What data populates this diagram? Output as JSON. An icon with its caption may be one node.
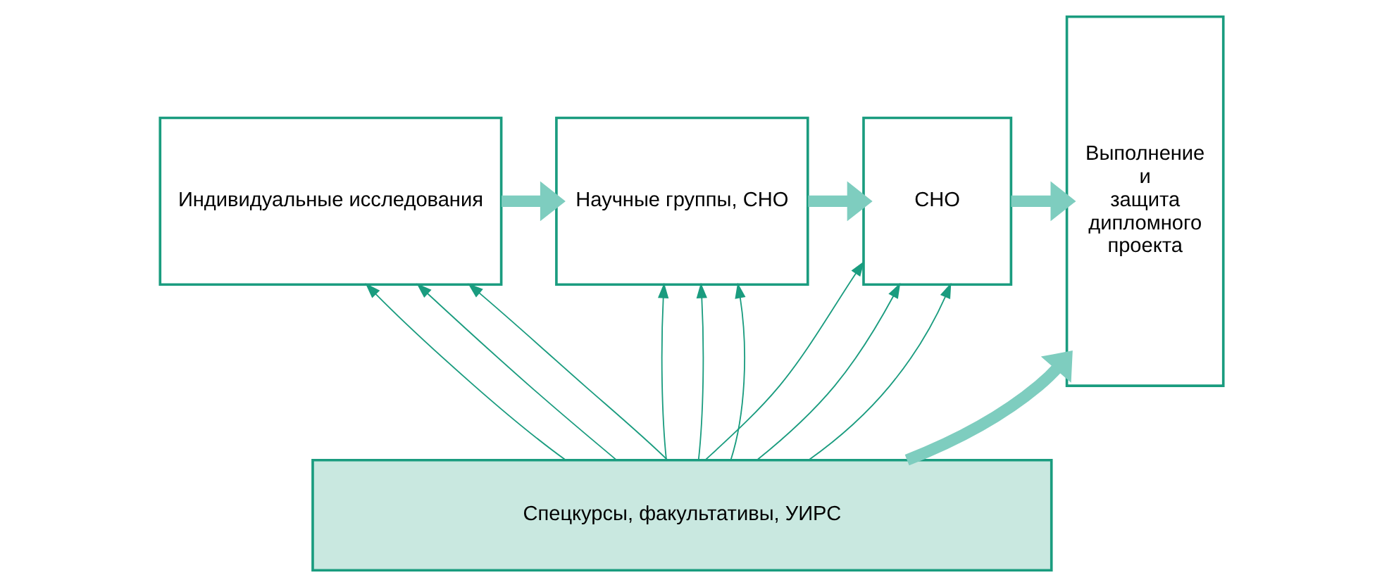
{
  "diagram": {
    "nodes": [
      {
        "text": [
          "Индивидуальные исследования"
        ]
      },
      {
        "text": [
          "Научные группы, СНО"
        ]
      },
      {
        "text": [
          "СНО"
        ]
      },
      {
        "text": [
          "Выполнение и защита дипломного проекта"
        ]
      },
      {
        "text": [
          "Спецкурсы, факультативы, УИРС"
        ]
      }
    ],
    "edges": [
      {
        "from": 0,
        "to": 1,
        "arrow": "to",
        "style": "thick",
        "color": "#7ecdbf"
      },
      {
        "from": 1,
        "to": 2,
        "arrow": "to",
        "style": "thick",
        "color": "#7ecdbf"
      },
      {
        "from": 2,
        "to": 3,
        "arrow": "to",
        "style": "thick",
        "color": "#7ecdbf"
      },
      {
        "from": 4,
        "to": 3,
        "arrow": "to",
        "style": "thick",
        "color": "#7ecdbf"
      },
      {
        "from": 4,
        "to": 0,
        "arrow": "to"
      },
      {
        "from": 4,
        "to": 0,
        "arrow": "to"
      },
      {
        "from": 4,
        "to": 0,
        "arrow": "to"
      },
      {
        "from": 4,
        "to": 1,
        "arrow": "to"
      },
      {
        "from": 4,
        "to": 1,
        "arrow": "to"
      },
      {
        "from": 4,
        "to": 1,
        "arrow": "to"
      },
      {
        "from": 4,
        "to": 2,
        "arrow": "to"
      },
      {
        "from": 4,
        "to": 2,
        "arrow": "to"
      },
      {
        "from": 4,
        "to": 2,
        "arrow": "to"
      }
    ]
  }
}
